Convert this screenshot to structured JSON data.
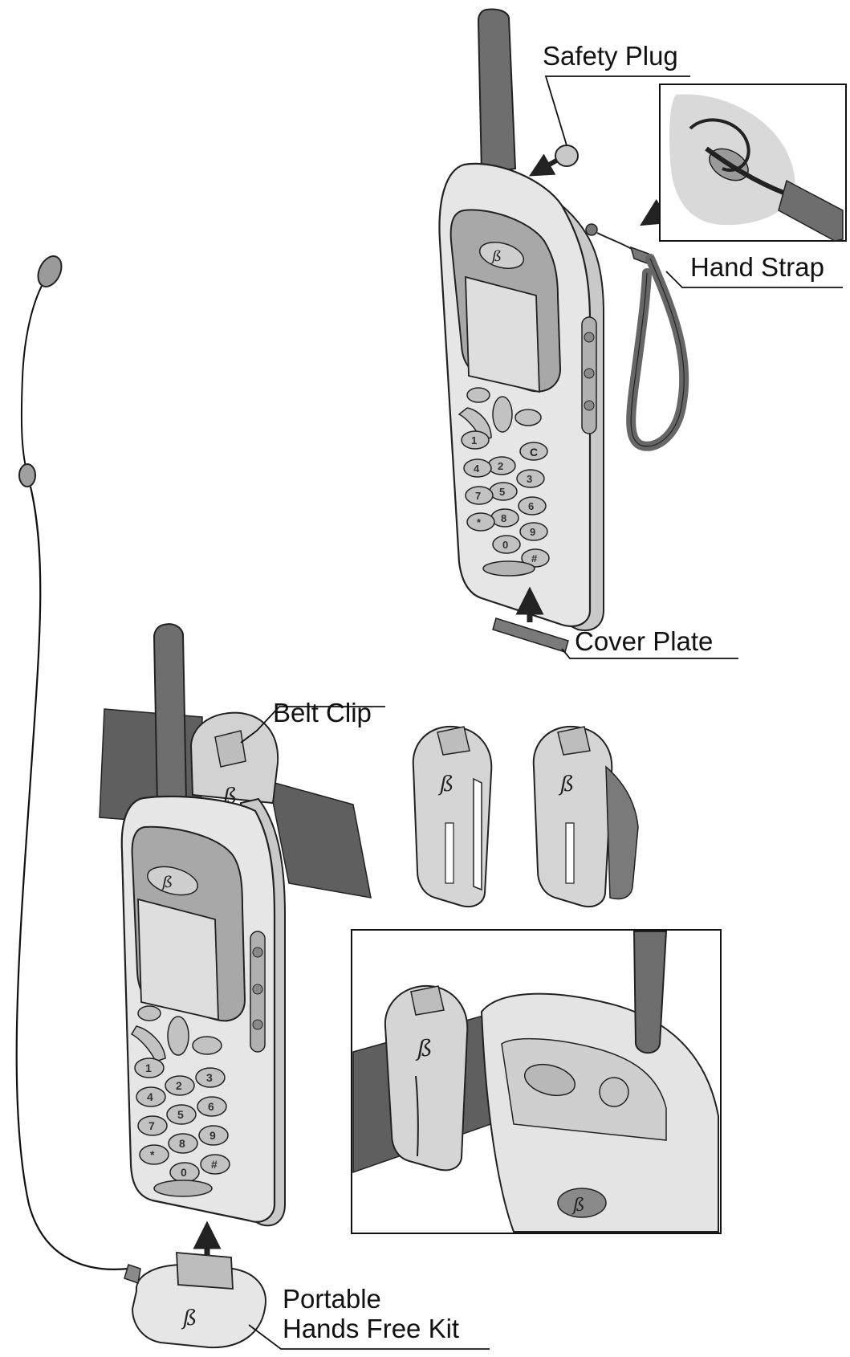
{
  "labels": {
    "safety_plug": "Safety Plug",
    "hand_strap": "Hand Strap",
    "cover_plate": "Cover Plate",
    "belt_clip": "Belt Clip",
    "hands_free_line1": "Portable",
    "hands_free_line2": "Hands Free Kit"
  },
  "phone": {
    "logo": "ß",
    "keypad": [
      "1",
      "2",
      "3",
      "4",
      "5",
      "6",
      "7",
      "8",
      "9",
      "*",
      "0",
      "#"
    ],
    "clear_key": "C"
  },
  "colors": {
    "line": "#111111",
    "phone_body": "#e6e6e6",
    "phone_bezel": "#a8a8a8",
    "antenna": "#6e6e6e",
    "belt": "#5f5f5f",
    "keys": "#c2c2c2",
    "screen": "#dedede"
  }
}
